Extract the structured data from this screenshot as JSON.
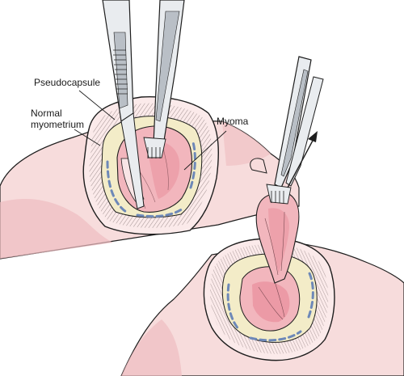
{
  "labels": {
    "pseudocapsule": "Pseudocapsule",
    "normal_line1": "Normal",
    "normal_line2": "myometrium",
    "myoma": "Myoma"
  },
  "colors": {
    "uterus_fill": "#f7dcdc",
    "uterus_shadow": "#eebcc0",
    "myometrium": "#fbeaea",
    "pseudocapsule_band": "#f3ecc8",
    "myoma_fill": "#f2b6bd",
    "myoma_core": "#e98f9c",
    "suture_blue": "#6d88b8",
    "outline": "#1e1e1e",
    "instrument_fill": "#e9ecef",
    "instrument_shade": "#b9bfc6"
  }
}
